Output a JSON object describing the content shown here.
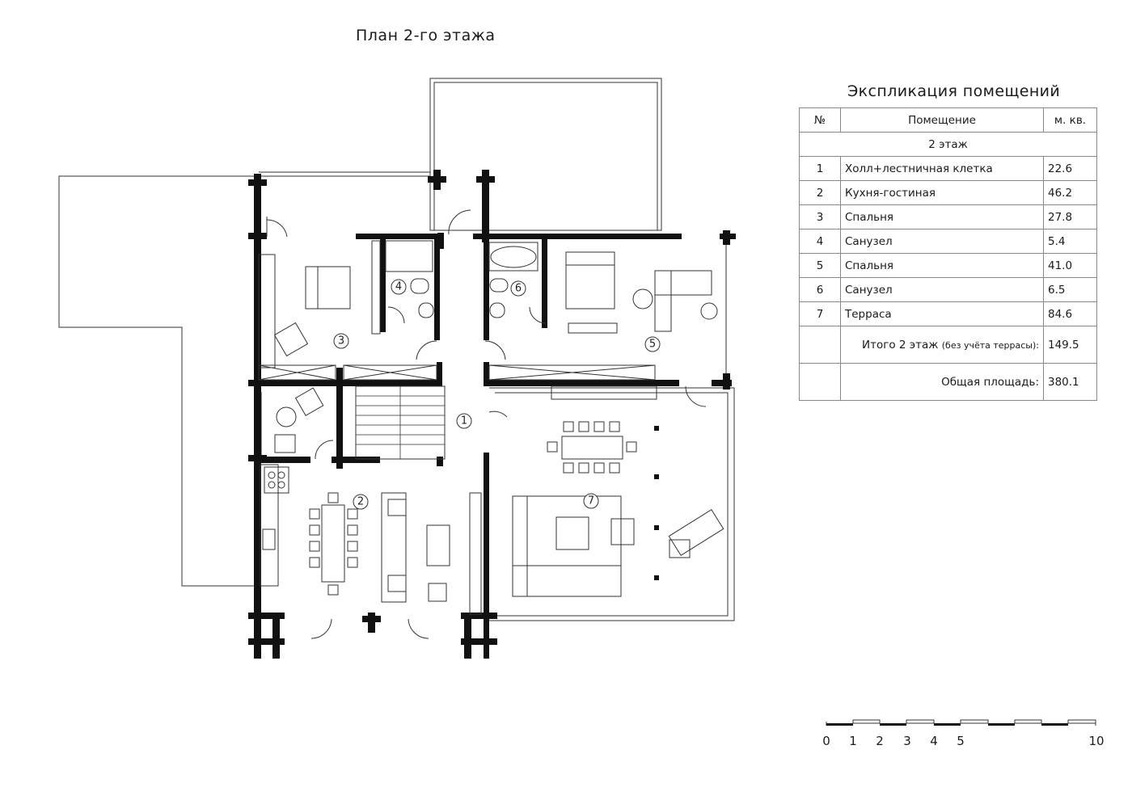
{
  "plan_title": "План 2-го этажа",
  "rooms_on_plan": [
    "1",
    "2",
    "3",
    "4",
    "5",
    "6",
    "7"
  ],
  "explication": {
    "title": "Экспликация помещений",
    "headers": {
      "num": "№",
      "room": "Помещение",
      "area": "м. кв."
    },
    "floor_label": "2 этаж",
    "rows": [
      {
        "num": "1",
        "name": "Холл+лестничная клетка",
        "area": "22.6"
      },
      {
        "num": "2",
        "name": "Кухня-гостиная",
        "area": "46.2"
      },
      {
        "num": "3",
        "name": "Спальня",
        "area": "27.8"
      },
      {
        "num": "4",
        "name": "Санузел",
        "area": "5.4"
      },
      {
        "num": "5",
        "name": "Спальня",
        "area": "41.0"
      },
      {
        "num": "6",
        "name": "Санузел",
        "area": "6.5"
      },
      {
        "num": "7",
        "name": "Терраса",
        "area": "84.6"
      }
    ],
    "total_floor": {
      "label_main": "Итого 2 этаж ",
      "label_note": "(без учёта террасы):",
      "value": "149.5"
    },
    "total_area": {
      "label": "Общая площадь:",
      "value": "380.1"
    }
  },
  "scale_bar": {
    "labels": [
      "0",
      "1",
      "2",
      "3",
      "4",
      "5",
      "10"
    ],
    "unit_max": 10
  }
}
